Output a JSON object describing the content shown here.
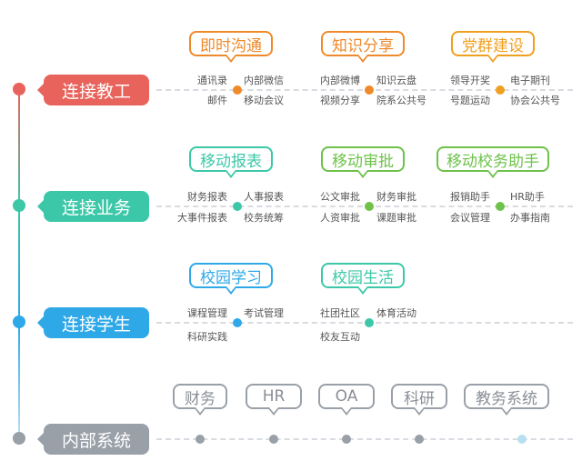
{
  "colors": {
    "red": "#e8635b",
    "orange": "#ef8a2b",
    "gold": "#f0a020",
    "teal": "#3cc8a8",
    "green": "#6ec24a",
    "blue": "#2fa8e8",
    "gray": "#9aa0a8"
  },
  "rows": [
    {
      "label": "连接教工",
      "groups": [
        {
          "title": "即时沟通",
          "items_left": [
            "通讯录",
            "邮件"
          ],
          "items_right": [
            "内部微信",
            "移动会议"
          ]
        },
        {
          "title": "知识分享",
          "items_left": [
            "内部微博",
            "视频分享"
          ],
          "items_right": [
            "知识云盘",
            "院系公共号"
          ]
        },
        {
          "title": "党群建设",
          "items_left": [
            "领导开奖",
            "号题运动"
          ],
          "items_right": [
            "电子期刊",
            "协会公共号"
          ]
        }
      ]
    },
    {
      "label": "连接业务",
      "groups": [
        {
          "title": "移动报表",
          "items_left": [
            "财务报表",
            "大事件报表"
          ],
          "items_right": [
            "人事报表",
            "校务统筹"
          ]
        },
        {
          "title": "移动审批",
          "items_left": [
            "公文审批",
            "人资审批"
          ],
          "items_right": [
            "财务审批",
            "课题审批"
          ]
        },
        {
          "title": "移动校务助手",
          "items_left": [
            "报销助手",
            "会议管理"
          ],
          "items_right": [
            "HR助手",
            "办事指南"
          ]
        }
      ]
    },
    {
      "label": "连接学生",
      "groups": [
        {
          "title": "校园学习",
          "items_left": [
            "课程管理",
            "科研实践"
          ],
          "items_right": [
            "考试管理"
          ]
        },
        {
          "title": "校园生活",
          "items_left": [
            "社团社区",
            "校友互动"
          ],
          "items_right": [
            "体育活动"
          ]
        }
      ]
    },
    {
      "label": "内部系统",
      "systems": [
        "财务",
        "HR",
        "OA",
        "科研",
        "教务系统"
      ]
    }
  ]
}
